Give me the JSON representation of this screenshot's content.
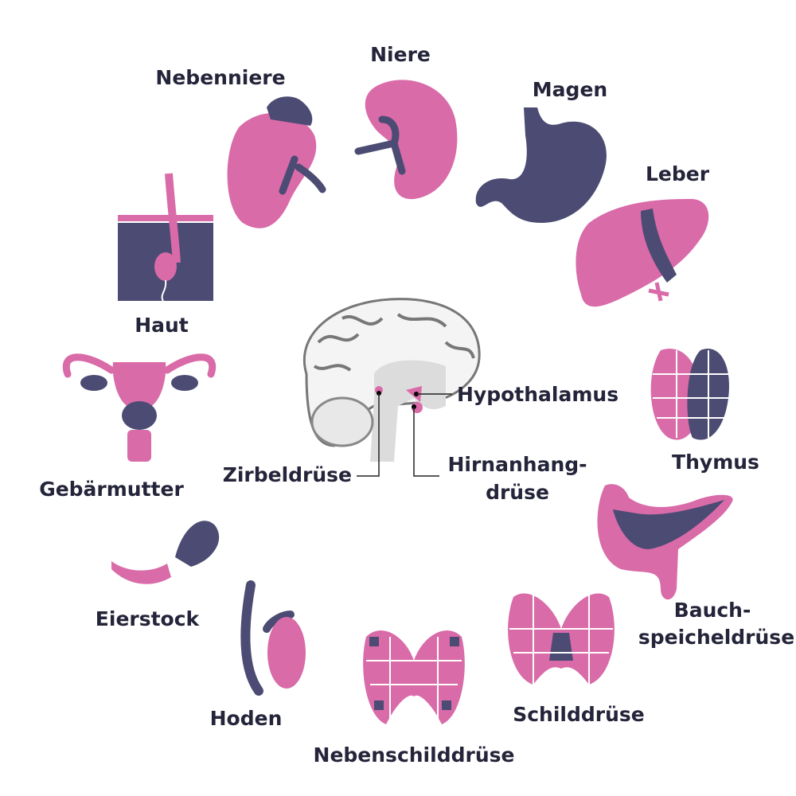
{
  "title": "Endocrine glands and hormone-producing organs",
  "colors": {
    "pink": "#d96ba8",
    "navy": "#4b4b73",
    "text": "#24243a"
  },
  "labels": {
    "niere": "Niere",
    "nebenniere": "Nebenniere",
    "magen": "Magen",
    "leber": "Leber",
    "haut": "Haut",
    "hypothalamus": "Hypothalamus",
    "thymus": "Thymus",
    "zirbeldruese": "Zirbeldrüse",
    "hirnanhang_1": "Hirnanhang-",
    "hirnanhang_2": "drüse",
    "gebaermutter": "Gebärmutter",
    "bauch_1": "Bauch-",
    "bauch_2": "speicheldrüse",
    "eierstock": "Eierstock",
    "hoden": "Hoden",
    "schilddruese": "Schilddrüse",
    "nebenschilddruese": "Nebenschilddrüse"
  }
}
